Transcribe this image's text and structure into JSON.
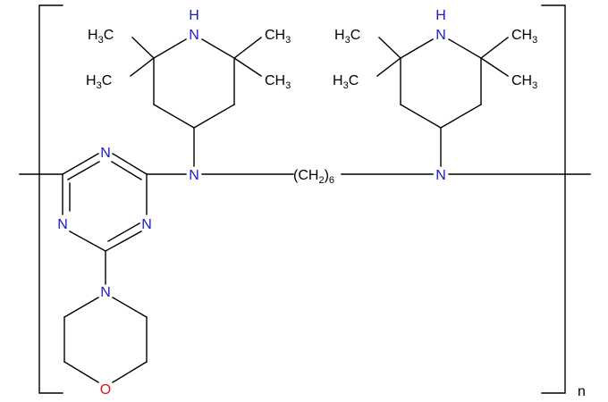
{
  "diagram": {
    "type": "chemical-structure",
    "colors": {
      "bond": "#000000",
      "nitrogen": "#1a1ad0",
      "oxygen": "#e0141e",
      "text": "#000000"
    },
    "labels": {
      "nh_left": "H",
      "n_ring_left": "N",
      "nh_right": "H",
      "n_ring_right": "N",
      "ch3_a": "H3C",
      "ch3_b": "CH3",
      "ch3_c": "H3C",
      "ch3_d": "CH3",
      "ch3_e": "H3C",
      "ch3_f": "CH3",
      "ch3_g": "H3C",
      "ch3_h": "CH3",
      "triazine_n_top": "N",
      "triazine_n_left": "N",
      "triazine_n_right": "N",
      "amine_n_left": "N",
      "amine_n_right": "N",
      "linker_ch2": "(CH2)",
      "linker_index": "6",
      "morpholine_n": "N",
      "morpholine_o": "O",
      "repeat_n": "n"
    }
  }
}
